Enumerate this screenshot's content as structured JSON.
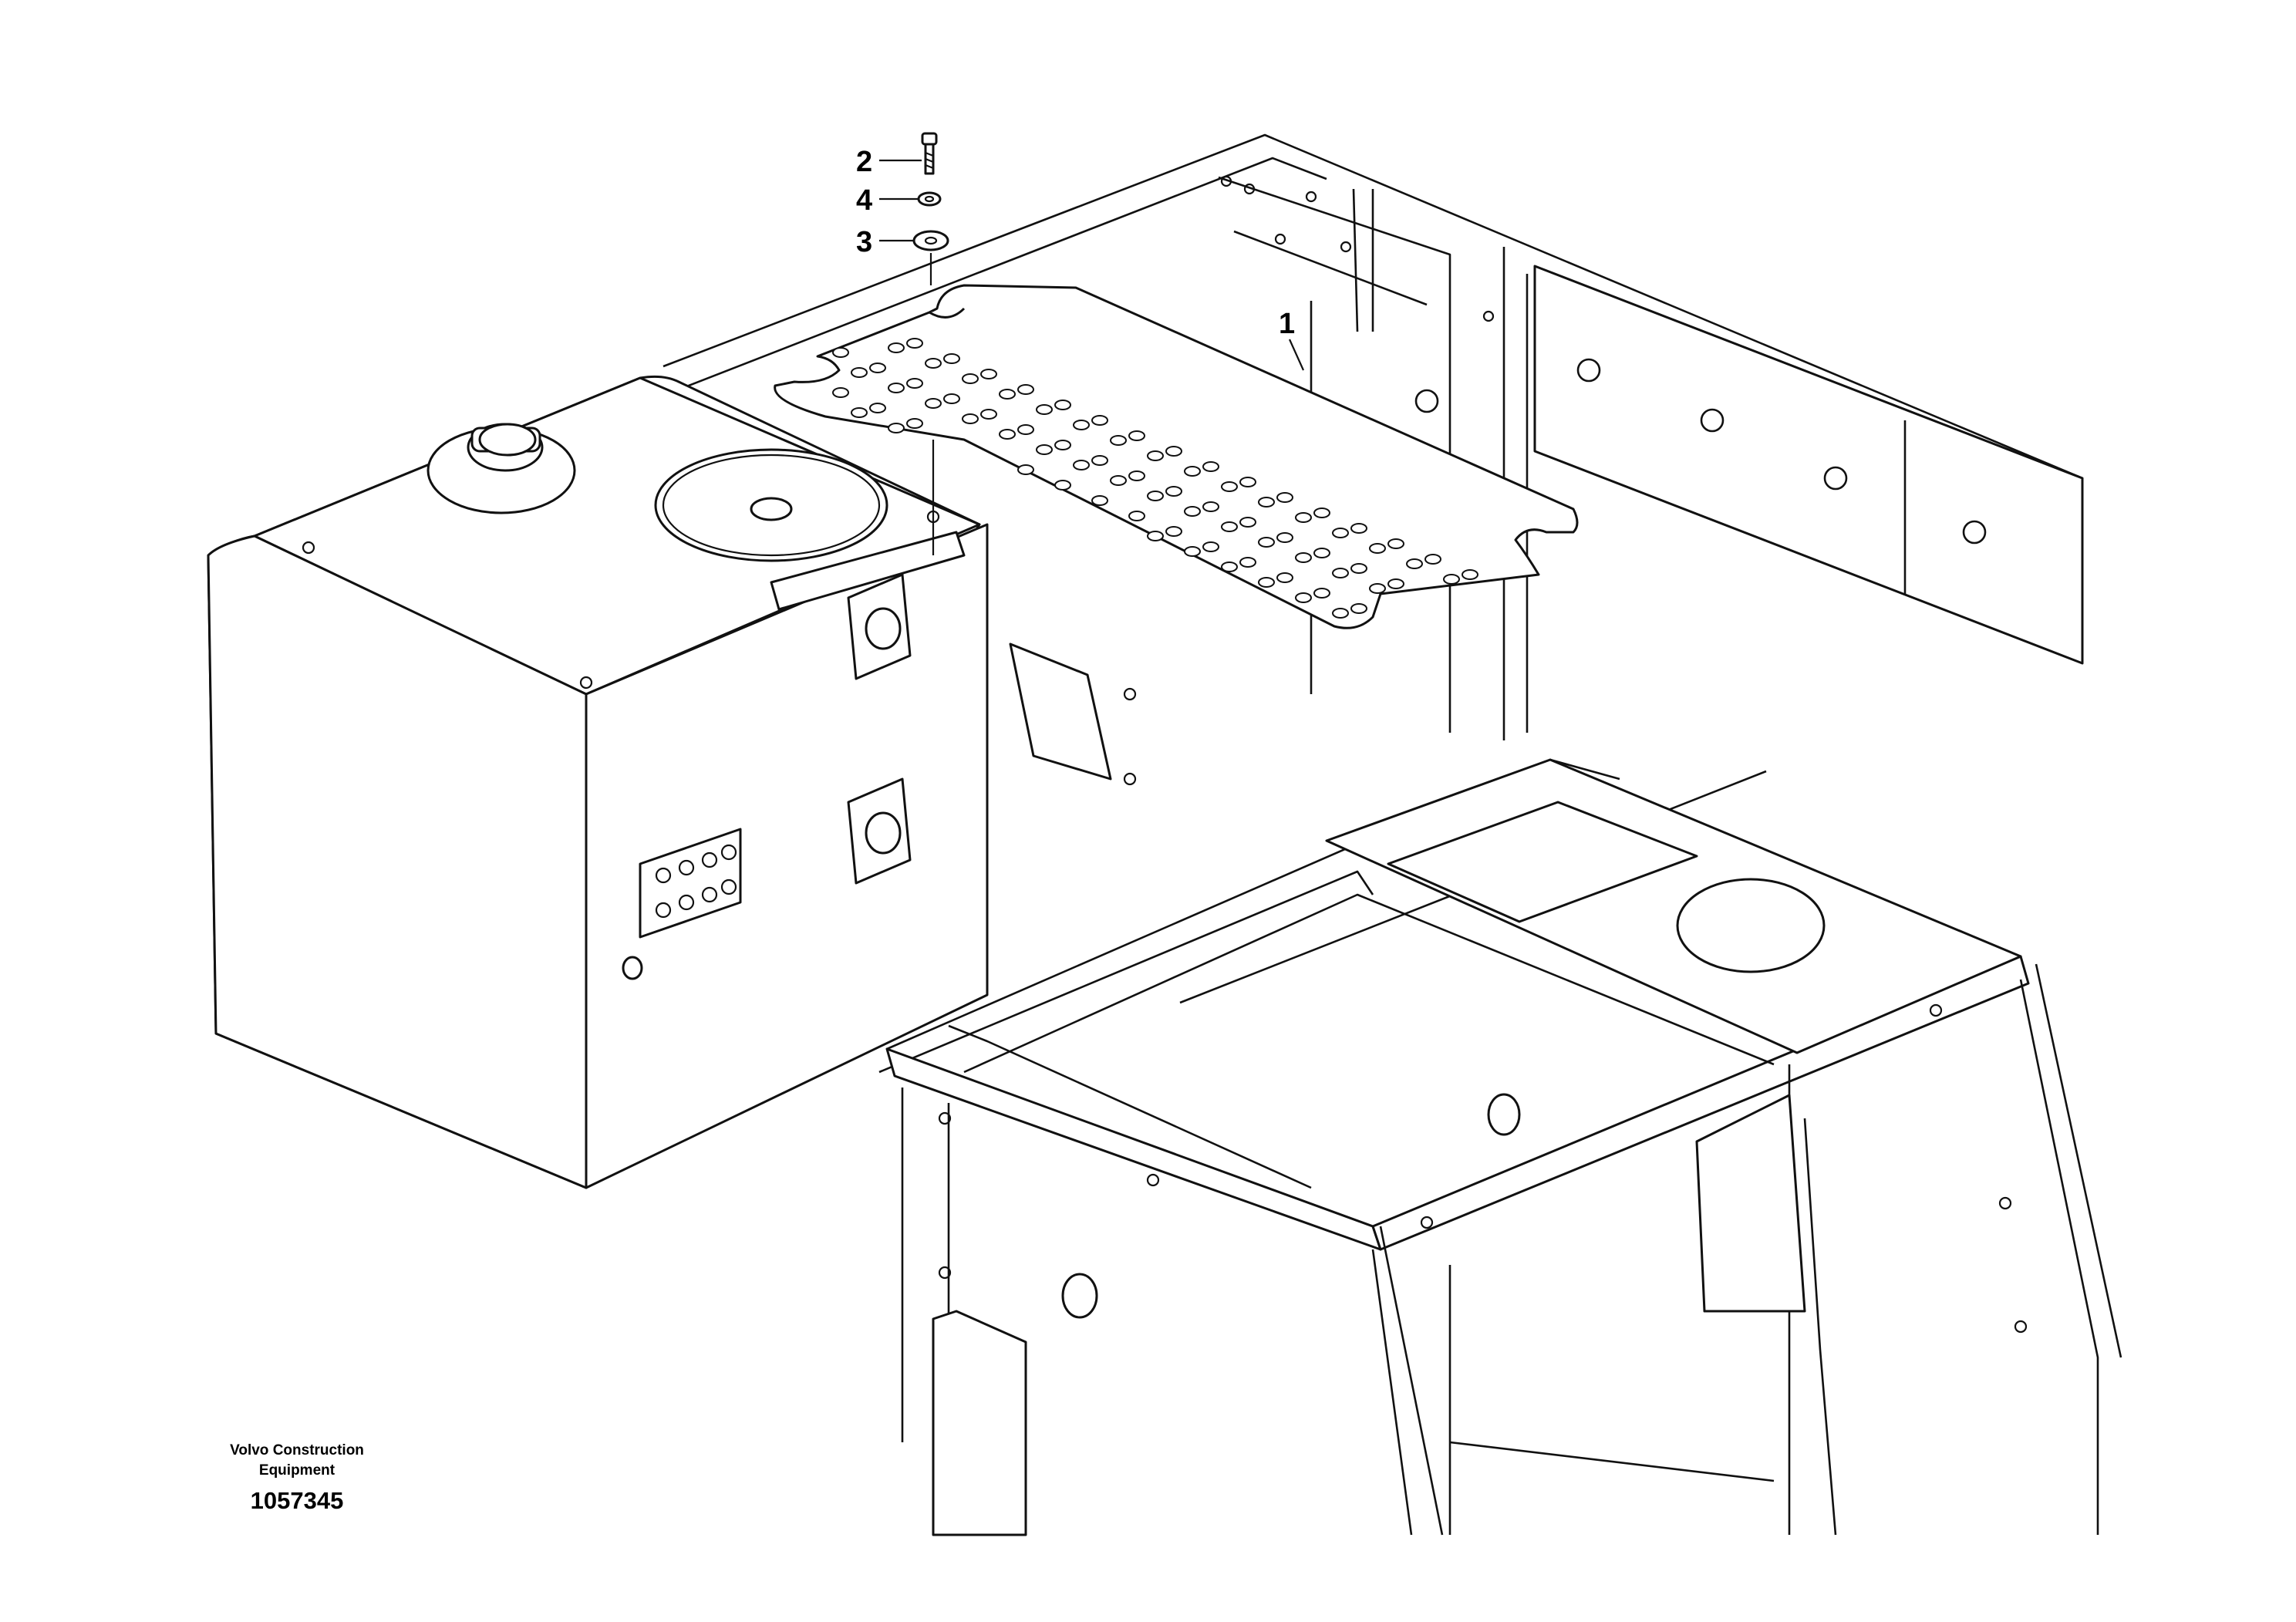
{
  "callouts": [
    {
      "id": "callout-1",
      "label": "1"
    },
    {
      "id": "callout-2",
      "label": "2"
    },
    {
      "id": "callout-3",
      "label": "3"
    },
    {
      "id": "callout-4",
      "label": "4"
    }
  ],
  "footer": {
    "company_line1": "Volvo Construction",
    "company_line2": "Equipment",
    "drawing_number": "1057345"
  }
}
